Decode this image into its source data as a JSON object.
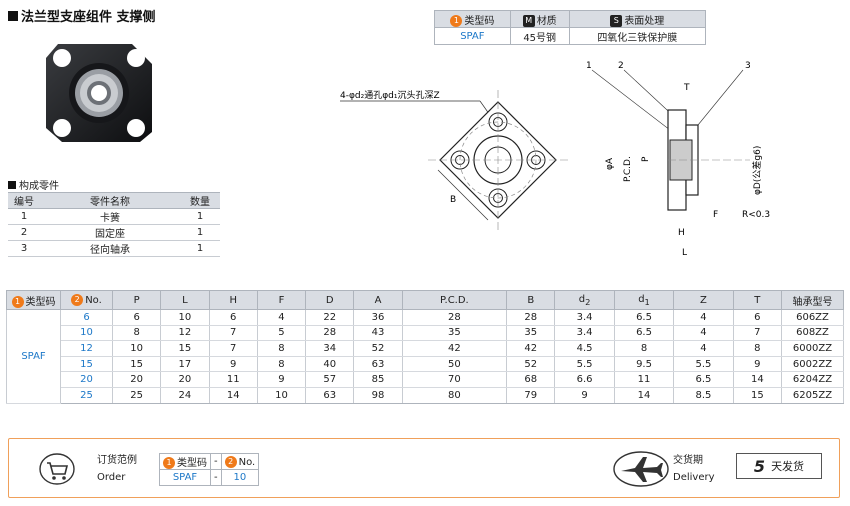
{
  "title": "法兰型支座组件  支撑侧",
  "spec": {
    "headers": [
      "类型码",
      "材质",
      "表面处理"
    ],
    "badges": [
      "1",
      "M",
      "S"
    ],
    "values": [
      "SPAF",
      "45号钢",
      "四氧化三铁保护膜"
    ]
  },
  "parts": {
    "title": "构成零件",
    "headers": [
      "编号",
      "零件名称",
      "数量"
    ],
    "rows": [
      [
        "1",
        "卡簧",
        "1"
      ],
      [
        "2",
        "固定座",
        "1"
      ],
      [
        "3",
        "径向轴承",
        "1"
      ]
    ]
  },
  "drawing": {
    "hole_note": "4-φd₂通孔φd₁沉头孔深Z",
    "callouts": [
      "1",
      "2",
      "3"
    ],
    "dims": [
      "T",
      "B",
      "φA",
      "P.C.D.",
      "P",
      "φD(公差g6)",
      "F",
      "R<0.3",
      "H",
      "L"
    ]
  },
  "main": {
    "headers": [
      "类型码",
      "No.",
      "P",
      "L",
      "H",
      "F",
      "D",
      "A",
      "P.C.D.",
      "B",
      "d",
      "d",
      "Z",
      "T",
      "轴承型号"
    ],
    "header_subs": [
      "2",
      "1"
    ],
    "badges": [
      "1",
      "2"
    ],
    "type": "SPAF",
    "rows": [
      [
        "6",
        "6",
        "10",
        "6",
        "4",
        "22",
        "36",
        "28",
        "28",
        "3.4",
        "6.5",
        "4",
        "6",
        "606ZZ"
      ],
      [
        "10",
        "8",
        "12",
        "7",
        "5",
        "28",
        "43",
        "35",
        "35",
        "3.4",
        "6.5",
        "4",
        "7",
        "608ZZ"
      ],
      [
        "12",
        "10",
        "15",
        "7",
        "8",
        "34",
        "52",
        "42",
        "42",
        "4.5",
        "8",
        "4",
        "8",
        "6000ZZ"
      ],
      [
        "15",
        "15",
        "17",
        "9",
        "8",
        "40",
        "63",
        "50",
        "52",
        "5.5",
        "9.5",
        "5.5",
        "9",
        "6002ZZ"
      ],
      [
        "20",
        "20",
        "20",
        "11",
        "9",
        "57",
        "85",
        "70",
        "68",
        "6.6",
        "11",
        "6.5",
        "14",
        "6204ZZ"
      ],
      [
        "25",
        "25",
        "24",
        "14",
        "10",
        "63",
        "98",
        "80",
        "79",
        "9",
        "14",
        "8.5",
        "15",
        "6205ZZ"
      ]
    ]
  },
  "order": {
    "label_cn": "订货范例",
    "label_en": "Order",
    "headers": [
      "类型码",
      "-",
      "No."
    ],
    "badges": [
      "1",
      "2"
    ],
    "values": [
      "SPAF",
      "-",
      "10"
    ],
    "delivery_cn": "交货期",
    "delivery_en": "Delivery",
    "days_num": "5",
    "days_text": "天发货"
  },
  "colors": {
    "accent": "#ef7a1a",
    "blue": "#1d78c8",
    "header_bg": "#d9dde3",
    "order_border": "#f0a05a"
  }
}
